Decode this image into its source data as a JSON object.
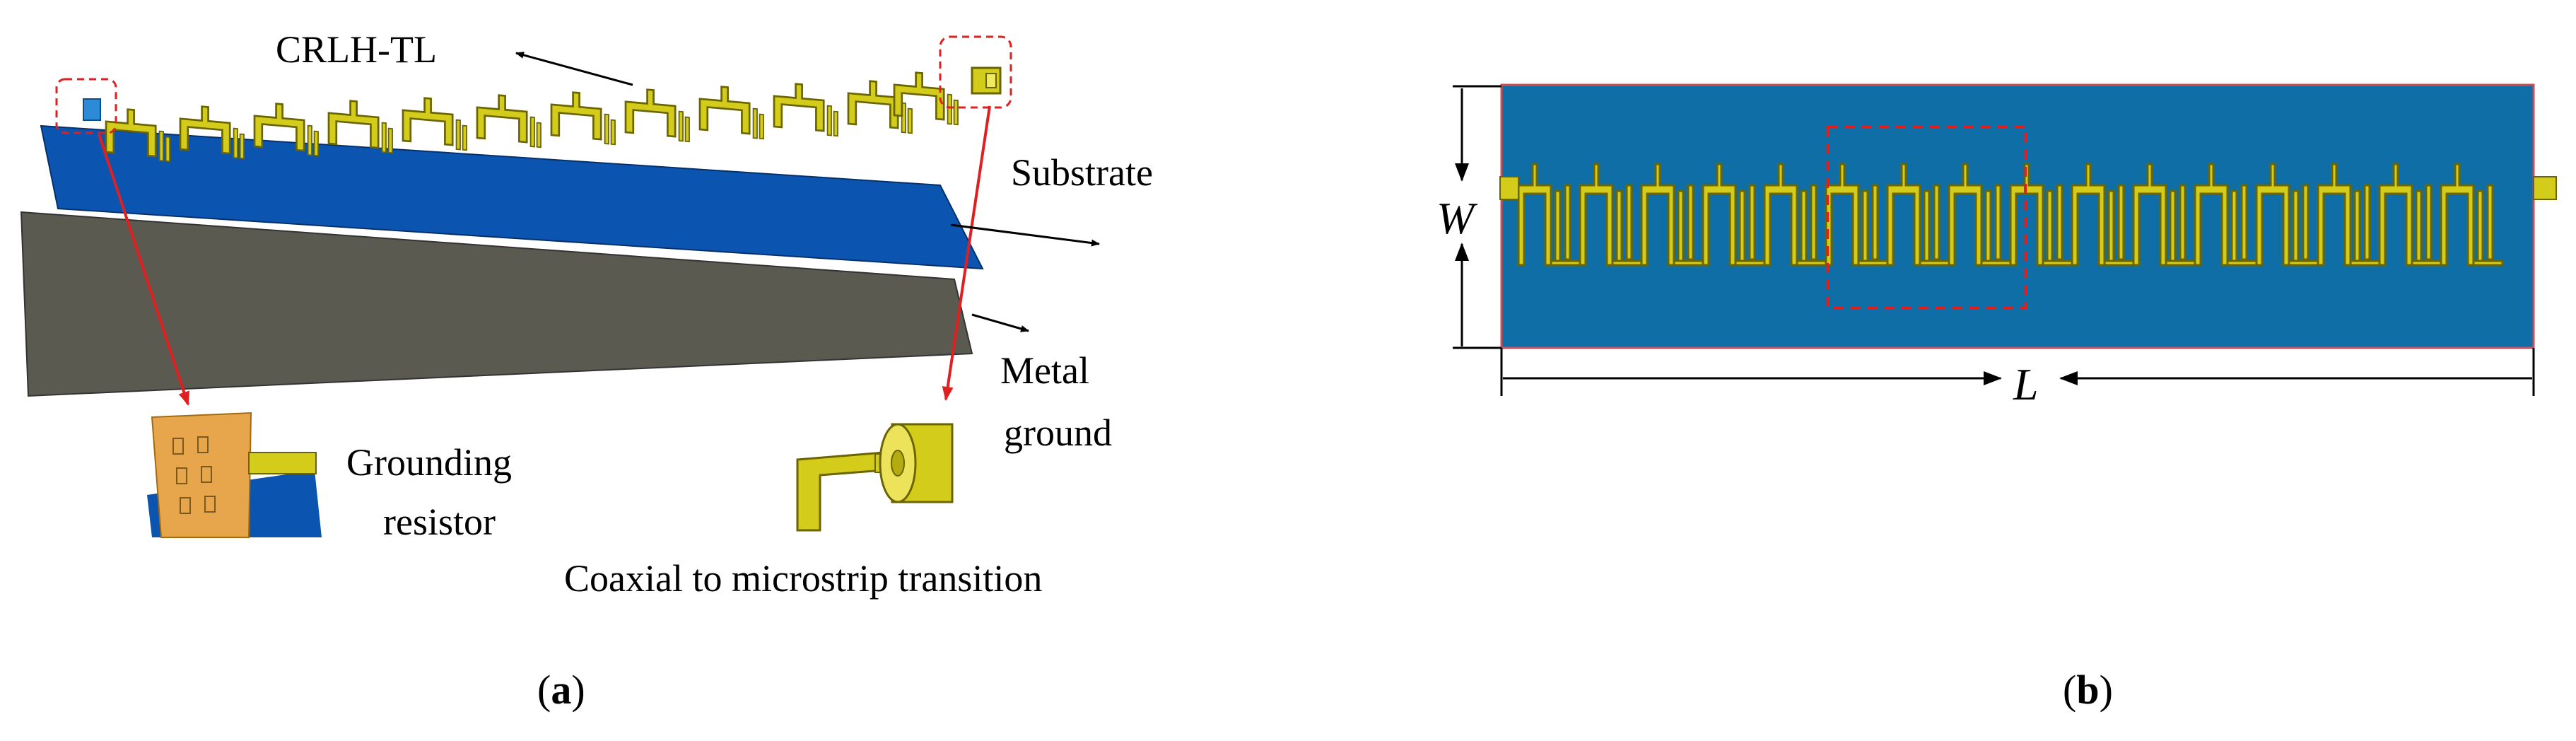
{
  "panel_a": {
    "label_crlh": "CRLH-TL",
    "label_substrate": "Substrate",
    "label_metal": "Metal",
    "label_ground": "ground",
    "label_grounding": "Grounding",
    "label_resistor": "resistor",
    "label_coax": "Coaxial to microstrip transition",
    "caption_open": "(",
    "caption_letter": "a",
    "caption_close": ")"
  },
  "panel_b": {
    "dim_w": "W",
    "dim_l": "L",
    "caption_open": "(",
    "caption_letter": "b",
    "caption_close": ")"
  },
  "colors": {
    "substrate_blue": "#0b55b0",
    "substrate_b": "#0e6ea5",
    "ground_gray": "#5a5a50",
    "trace_yellow": "#d3cc1a",
    "highlight_red": "#e02020",
    "arrow_black": "#000000"
  }
}
